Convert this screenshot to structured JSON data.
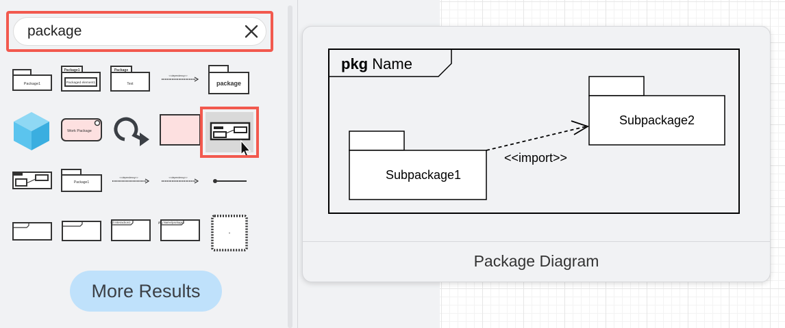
{
  "search": {
    "value": "package",
    "placeholder": ""
  },
  "shapes": {
    "package1_label": "Package1",
    "package1_header_label": "Package1",
    "packaged_element_label": "Packaged element1",
    "package_header_label": "Package",
    "text_label": "Text",
    "dependency_label": "<<dependency>>",
    "package_bold_label": "package",
    "work_package_label": "Work Package",
    "package2_label": "Package1",
    "interaction_label": "sd Interaction1",
    "pkg_name_small_label": "pkg Name/package1"
  },
  "more_results_label": "More Results",
  "preview": {
    "caption": "Package Diagram",
    "frame_keyword": "pkg",
    "frame_name": "Name",
    "subpackage1": "Subpackage1",
    "subpackage2": "Subpackage2",
    "import_label": "<<import>>"
  },
  "colors": {
    "highlight": "#f2594e",
    "more_results_bg": "#bfe1fb",
    "cube_blue": "#5bc4ee",
    "pink_fill": "#fde0e0"
  }
}
